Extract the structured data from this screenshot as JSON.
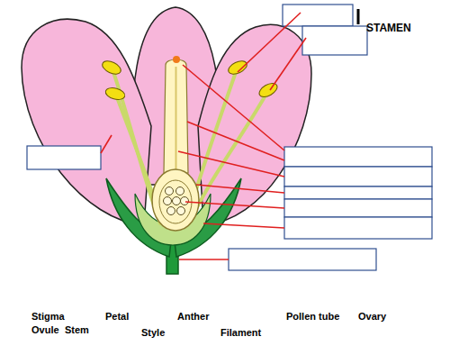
{
  "diagram": {
    "labels": [
      "STAMEN",
      "Stigma",
      "Petal",
      "Anther",
      "Pollen tube",
      "Ovary",
      "Ovule",
      "Stem",
      "Style",
      "Filament"
    ]
  }
}
